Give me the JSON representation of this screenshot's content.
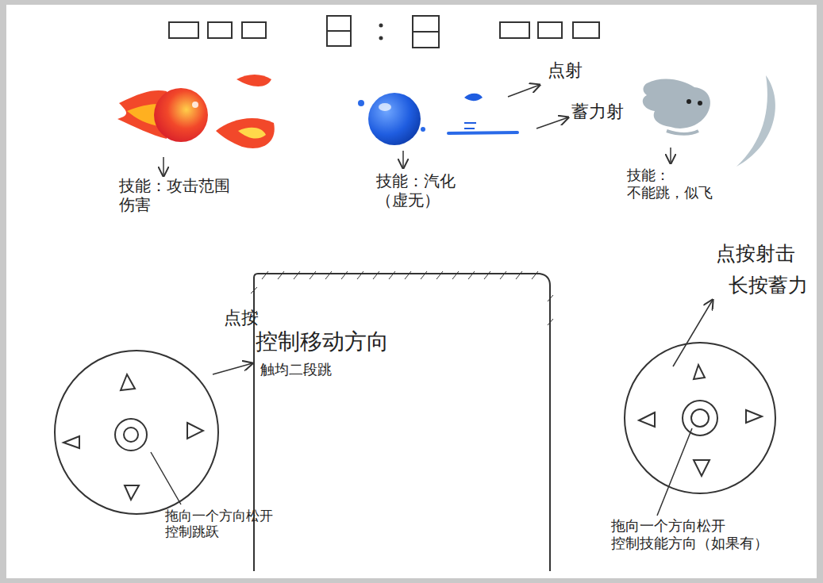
{
  "diagram": {
    "labels": [
      "点射",
      "蓄力射",
      "技能：攻击范围 伤害",
      "技能：汽化 （虚无）",
      "技能： 不能跳，似飞",
      "点按",
      "控制移动方向",
      "触均二段跳",
      "拖向一个方向松开 控制跳跃",
      "点按射击",
      "长按蓄力",
      "拖向一个方向松开 控制技能方向（如果有）"
    ]
  }
}
